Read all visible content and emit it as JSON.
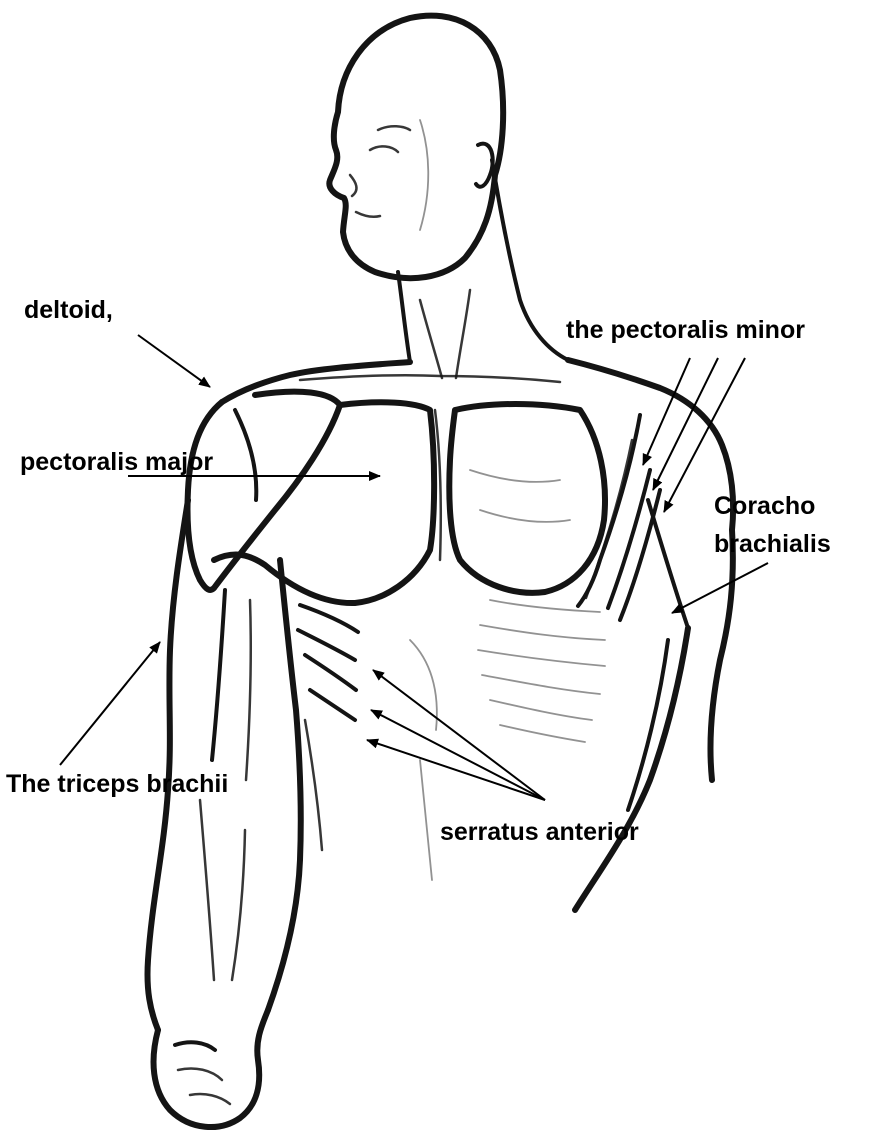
{
  "labels": {
    "deltoid": "deltoid,",
    "pectoralis_minor": "the pectoralis minor",
    "pectoralis_major": "pectoralis major",
    "coracho_line1": "Coracho",
    "coracho_line2": "brachialis",
    "triceps": "The triceps brachii",
    "serratus": "serratus anterior"
  }
}
